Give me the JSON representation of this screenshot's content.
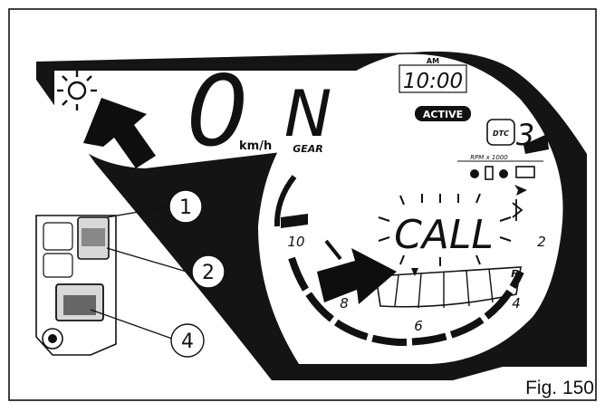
{
  "figure": {
    "caption": "Fig. 150"
  },
  "dashboard": {
    "clock": {
      "period": "AM",
      "time": "10:00"
    },
    "status": "ACTIVE",
    "dtc": {
      "label": "DTC",
      "level": "3"
    },
    "rpm_unit": "RPM x 1000",
    "speed": {
      "value": "0",
      "unit": "km/h"
    },
    "gear": {
      "value": "N",
      "label": "GEAR"
    },
    "message": "CALL",
    "fuel": {
      "full_mark": "F"
    },
    "tach_ticks": [
      "10",
      "2",
      "4",
      "6",
      "8"
    ]
  },
  "callouts": [
    "1",
    "2",
    "4"
  ],
  "icons": [
    "call-icon",
    "bluetooth-icon",
    "gps-icon",
    "phone-icon"
  ]
}
